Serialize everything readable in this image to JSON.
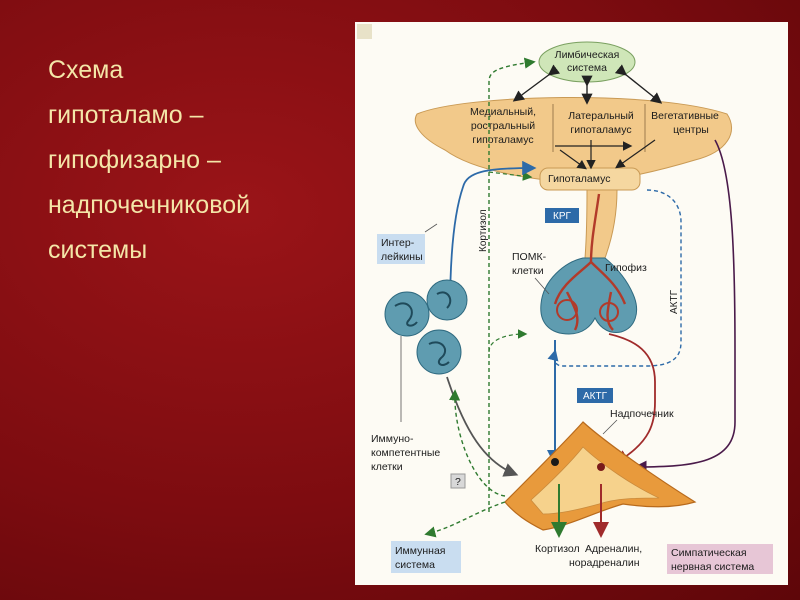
{
  "title": {
    "lines": [
      "Схема",
      "гипоталамо –",
      "гипофизарно –",
      "надпочечниковой",
      "системы"
    ]
  },
  "diagram": {
    "limbic": [
      "Лимбическая",
      "система"
    ],
    "medial_hypothalamus": [
      "Медиальный,",
      "ростральный",
      "гипоталамус"
    ],
    "lateral_hypothalamus": [
      "Латеральный",
      "гипоталамус"
    ],
    "vegetative_centers": [
      "Вегетативные",
      "центры"
    ],
    "hypothalamus": "Гипоталамус",
    "crh": "КРГ",
    "interleukins": [
      "Интер-",
      "лейкины"
    ],
    "cortisol_vertical": "Кортизол",
    "pomc_cells": [
      "ПОМК-",
      "клетки"
    ],
    "pituitary": "Гипофиз",
    "acth_vertical": "АКТГ",
    "acth_box": "АКТГ",
    "adrenal": "Надпочечник",
    "immunocompetent_cells": [
      "Иммуно-",
      "компетентные",
      "клетки"
    ],
    "question": "?",
    "immune_system": [
      "Иммунная",
      "система"
    ],
    "cortisol_bottom": "Кортизол",
    "adrenaline": [
      "Адреналин,",
      "норадреналин"
    ],
    "sympathetic_system": [
      "Симпатическая",
      "нервная система"
    ]
  },
  "colors": {
    "background": "#7d0c10",
    "title_text": "#f4e6a8",
    "blue_path": "#2d6aa8",
    "green_path": "#2f7a2f",
    "red_path": "#a02b2b",
    "purple_path": "#4a1a4a",
    "hypothalamus_fill": "#f2c98a",
    "limbic_fill": "#cfe6b8",
    "adrenal_fill": "#e89a3c",
    "cell_fill": "#5f9cb0"
  }
}
